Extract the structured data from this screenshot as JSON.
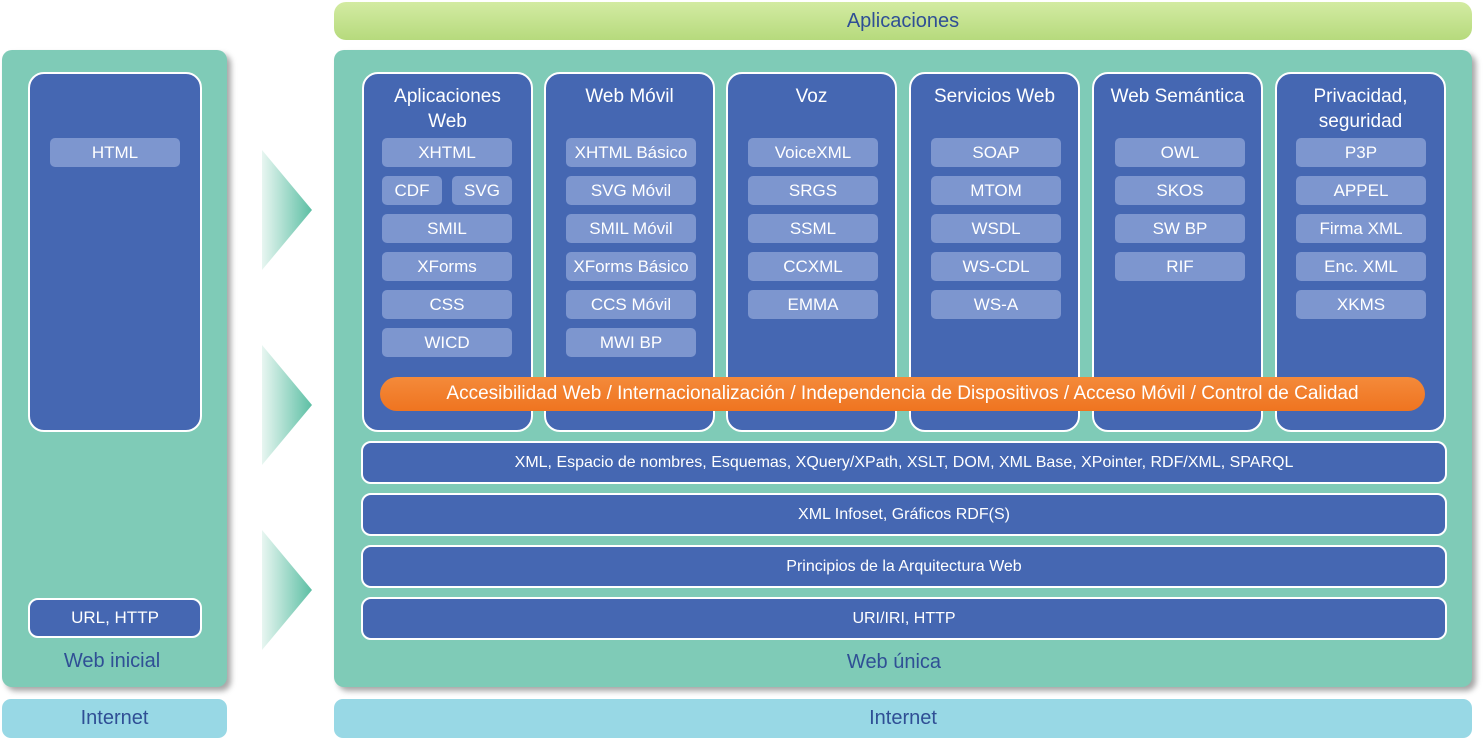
{
  "top_bar": "Aplicaciones",
  "left": {
    "html": "HTML",
    "url_http": "URL, HTTP",
    "caption": "Web inicial",
    "internet": "Internet"
  },
  "main": {
    "caption": "Web única",
    "internet": "Internet",
    "columns": [
      {
        "title": "Aplicaciones\nWeb",
        "items": [
          "XHTML",
          "CDF",
          "SVG",
          "SMIL",
          "XForms",
          "CSS",
          "WICD"
        ]
      },
      {
        "title": "Web Móvil",
        "items": [
          "XHTML Básico",
          "SVG Móvil",
          "SMIL Móvil",
          "XForms Básico",
          "CCS Móvil",
          "MWI BP"
        ]
      },
      {
        "title": "Voz",
        "items": [
          "VoiceXML",
          "SRGS",
          "SSML",
          "CCXML",
          "EMMA"
        ]
      },
      {
        "title": "Servicios Web",
        "items": [
          "SOAP",
          "MTOM",
          "WSDL",
          "WS-CDL",
          "WS-A"
        ]
      },
      {
        "title": "Web Semántica",
        "items": [
          "OWL",
          "SKOS",
          "SW BP",
          "RIF"
        ]
      },
      {
        "title": "Privacidad,\nseguridad",
        "items": [
          "P3P",
          "APPEL",
          "Firma XML",
          "Enc. XML",
          "XKMS"
        ]
      }
    ],
    "cross_cutting": "Accesibilidad Web / Internacionalización / Independencia de Dispositivos / Acceso Móvil / Control de Calidad",
    "layers": [
      "XML, Espacio de nombres, Esquemas, XQuery/XPath, XSLT, DOM, XML Base, XPointer, RDF/XML, SPARQL",
      "XML Infoset,  Gráficos RDF(S)",
      "Principios de la Arquitectura Web",
      "URI/IRI, HTTP"
    ]
  },
  "colors": {
    "dark_blue": "#4567b2",
    "pill_blue": "#7d96cf",
    "teal_panel": "#7fcbb7",
    "internet_bar": "#98d8e5",
    "top_bar": "#c3e290",
    "orange": "#f17a28",
    "text_blue": "#2f4f95"
  }
}
